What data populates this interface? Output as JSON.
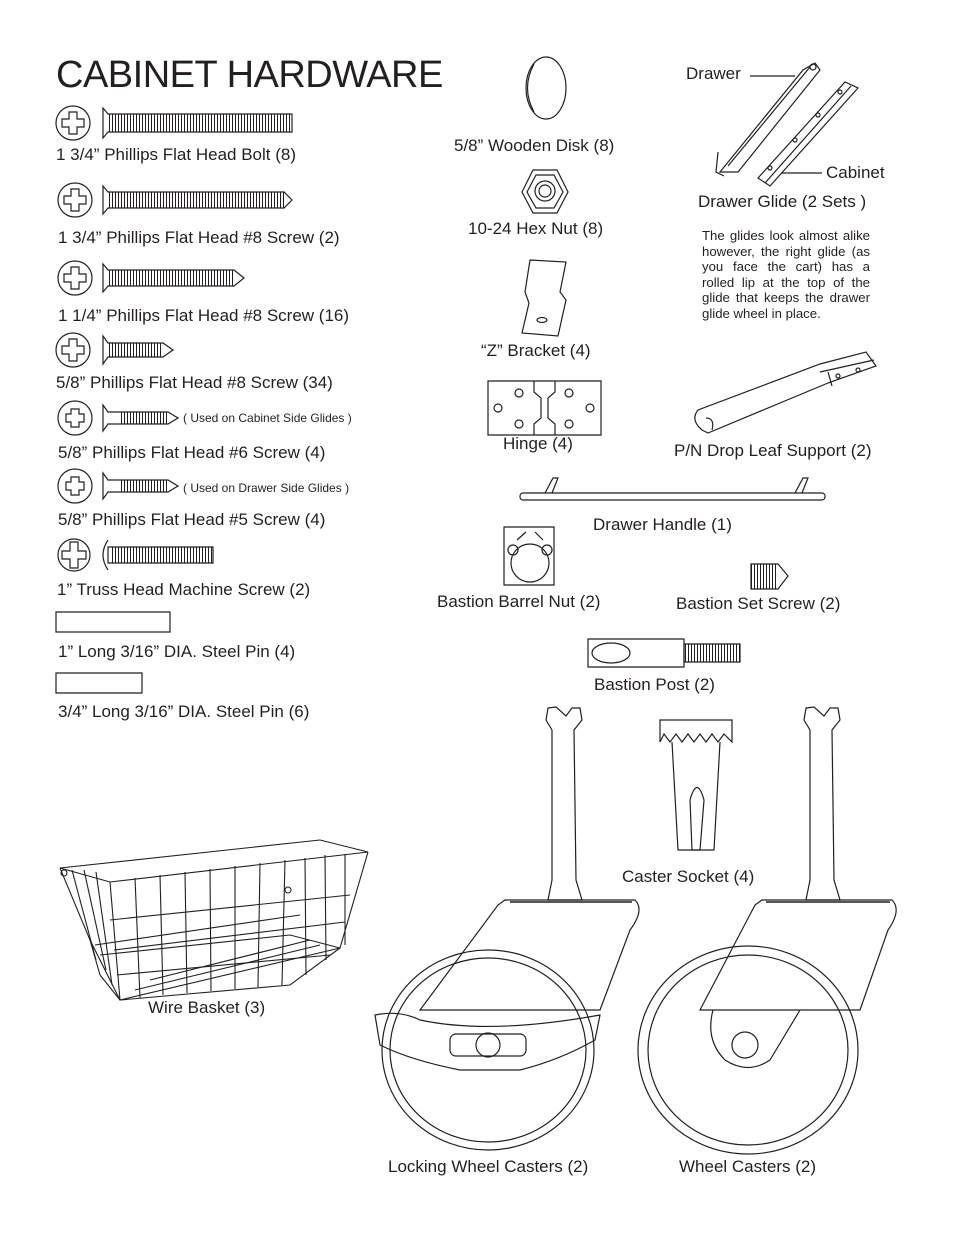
{
  "title": "CABINET HARDWARE",
  "left_parts": {
    "bolt_175": "1 3/4” Phillips Flat Head Bolt (8)",
    "screw8_175": "1 3/4” Phillips Flat Head #8 Screw (2)",
    "screw8_125": "1 1/4” Phillips Flat Head #8 Screw (16)",
    "screw8_058": "5/8” Phillips Flat Head #8 Screw (34)",
    "screw6_058": "5/8” Phillips Flat Head #6 Screw (4)",
    "screw6_note": "( Used on Cabinet Side Glides )",
    "screw5_058": "5/8” Phillips Flat Head #5 Screw (4)",
    "screw5_note": "( Used on Drawer Side Glides )",
    "truss_screw": "1” Truss Head Machine Screw (2)",
    "pin_long": "1” Long 3/16” DIA. Steel Pin (4)",
    "pin_short": "3/4” Long 3/16” DIA. Steel Pin (6)"
  },
  "center_parts": {
    "wooden_disk": "5/8” Wooden Disk (8)",
    "hex_nut": "10-24 Hex Nut (8)",
    "z_bracket": "“Z” Bracket (4)",
    "hinge": "Hinge (4)",
    "drawer_handle": "Drawer Handle (1)",
    "bastion_barrel_nut": "Bastion Barrel Nut (2)",
    "bastion_set_screw": "Bastion Set Screw (2)",
    "bastion_post": "Bastion Post (2)",
    "caster_socket": "Caster Socket (4)"
  },
  "right_parts": {
    "drawer_label": "Drawer",
    "cabinet_label": "Cabinet",
    "drawer_glide": "Drawer Glide (2 Sets )",
    "glide_note": "The glides look almost alike however, the right glide (as you face the cart) has a rolled lip at the top of the glide that keeps the drawer glide wheel in place.",
    "drop_leaf": "P/N Drop Leaf Support (2)"
  },
  "bottom_parts": {
    "wire_basket": "Wire Basket (3)",
    "locking_casters": "Locking Wheel Casters (2)",
    "wheel_casters": "Wheel Casters (2)"
  }
}
